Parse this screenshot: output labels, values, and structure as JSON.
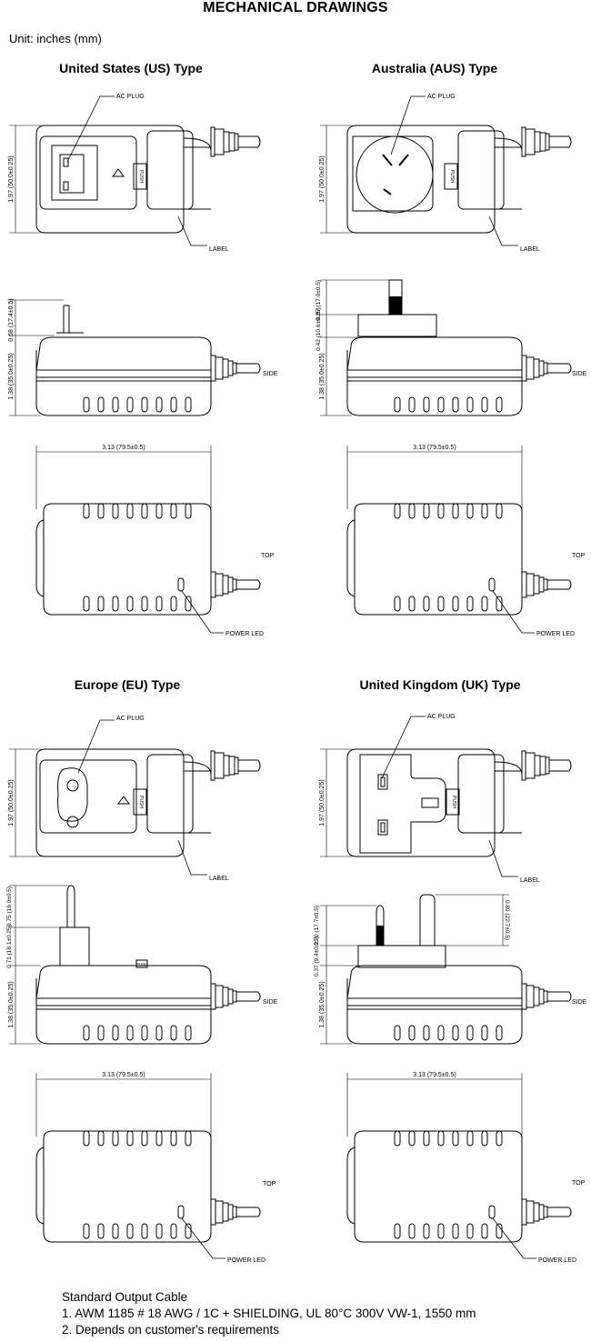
{
  "title": "MECHANICAL DRAWINGS",
  "unit": "Unit: inches (mm)",
  "types": [
    {
      "id": "us",
      "title": "United States (US) Type"
    },
    {
      "id": "aus",
      "title": "Australia (AUS) Type"
    },
    {
      "id": "eu",
      "title": "Europe (EU) Type"
    },
    {
      "id": "uk",
      "title": "United Kingdom (UK) Type"
    }
  ],
  "labels": {
    "ac_plug": "AC PLUG",
    "label": "LABEL",
    "side": "SIDE",
    "top": "TOP",
    "power_led": "POWER LED",
    "push": "PUSH"
  },
  "dims": {
    "height": "1.97 (50.0±0.25)",
    "side_height": "1.38 (35.0±0.25)",
    "width": "3.13 (79.5±0.5)",
    "us_prong": "0.68 (17.4±0.5)",
    "aus_prong": "0.67 (17.0±0.5)",
    "aus_base": "0.42 (10.6±0.25)",
    "eu_prong": "0.75 (19.0±0.5)",
    "eu_base": "0.71 (18.1±0.25)",
    "uk_prong": "0.70 (17.7±0.5)",
    "uk_base": "0.37 (9.4±0.25)",
    "uk_earth": "0.89 (22.7±0.5)"
  },
  "notes": {
    "heading": "Standard Output Cable",
    "line1": "1. AWM 1185 # 18 AWG / 1C + SHIELDING, UL 80°C 300V VW-1, 1550 mm",
    "line2": "2. Depends on customer's requirements"
  }
}
